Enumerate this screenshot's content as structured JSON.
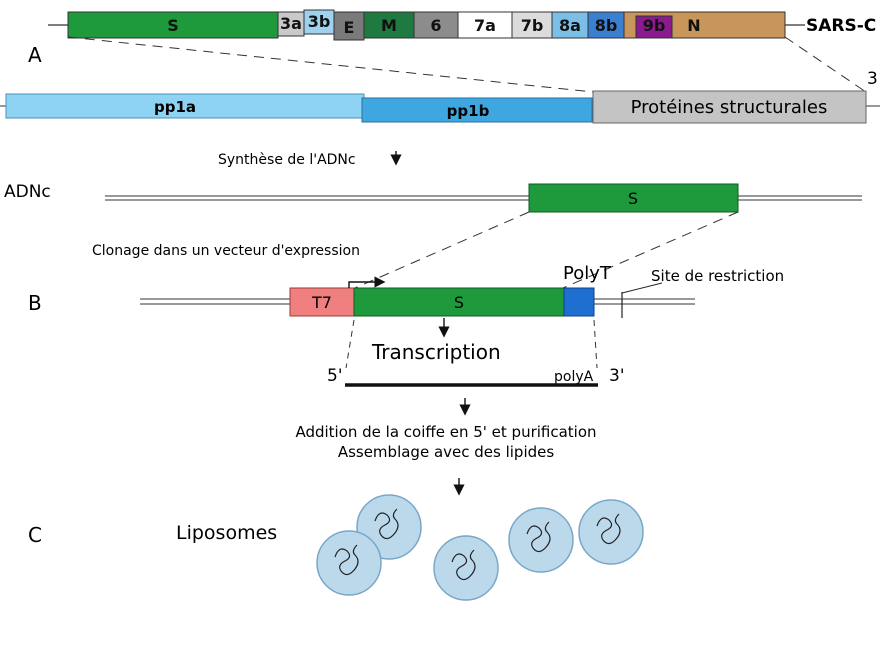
{
  "genome": {
    "segments": [
      {
        "label": "S",
        "color": "#1e9a3c"
      },
      {
        "label": "3a",
        "color": "#c9c9c9"
      },
      {
        "label": "3b",
        "color": "#9fd1ef"
      },
      {
        "label": "E",
        "color": "#7a7a7a"
      },
      {
        "label": "M",
        "color": "#1e7a40"
      },
      {
        "label": "6",
        "color": "#8c8c8c"
      },
      {
        "label": "7a",
        "color": "#ffffff"
      },
      {
        "label": "7b",
        "color": "#dcdcdc"
      },
      {
        "label": "8a",
        "color": "#7bbfe6"
      },
      {
        "label": "8b",
        "color": "#3b7fd0"
      },
      {
        "label": "9b",
        "color": "#8a1a8e"
      },
      {
        "label": "N",
        "color": "#c8955a"
      }
    ],
    "name": "SARS-C",
    "end_label": "3"
  },
  "polyproteins": {
    "pp1a": "pp1a",
    "pp1b": "pp1b",
    "structural": "Protéines structurales"
  },
  "panels": {
    "a": "A",
    "b": "B",
    "c": "C"
  },
  "step_cdna": "Synthèse de l'ADNc",
  "cdna": {
    "label": "ADNc",
    "gene": "S"
  },
  "step_cloning": "Clonage dans un vecteur d'expression",
  "vector": {
    "promoter": "T7",
    "gene": "S",
    "polyt": "PolyT",
    "restriction_site": "Site de restriction"
  },
  "transcription": {
    "label": "Transcription",
    "five_prime": "5'",
    "three_prime": "3'",
    "polya": "polyA"
  },
  "step_capping_line1": "Addition de la coiffe en 5' et purification",
  "step_capping_line2": "Assemblage avec des lipides",
  "liposomes_label": "Liposomes",
  "colors": {
    "s_gene": "#1e9a3c",
    "pp1a": "#8fd3f4",
    "pp1b": "#3fa7e0",
    "structural": "#c4c4c4",
    "t7": "#f08080",
    "polyt": "#1f6fd0",
    "liposome_fill": "#bcd9ec",
    "liposome_stroke": "#7aa6c8"
  }
}
